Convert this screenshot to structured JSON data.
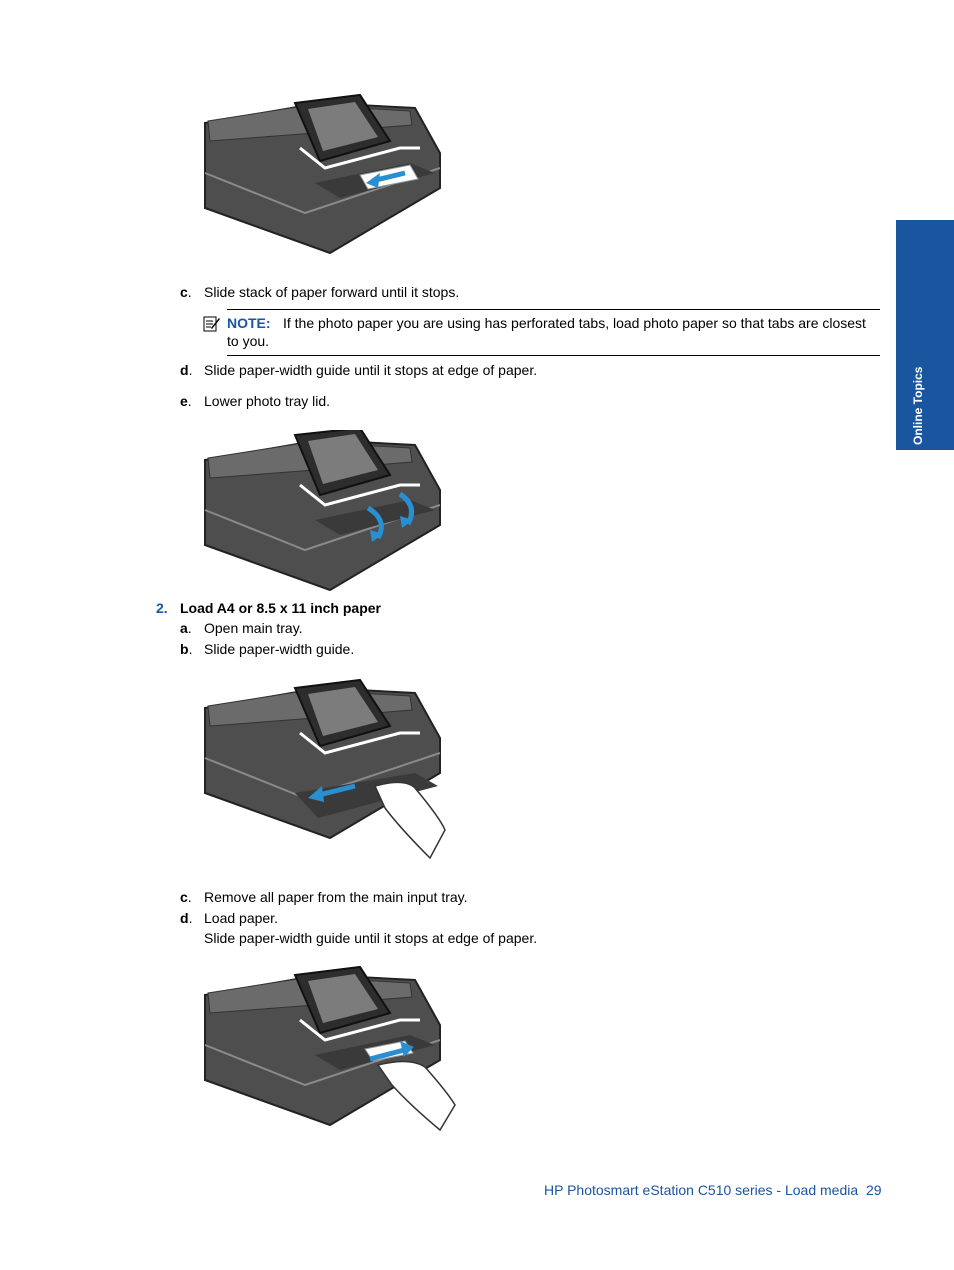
{
  "sidebar": {
    "label": "Online Topics"
  },
  "steps_photo": [
    {
      "letter": "c",
      "text": "Slide stack of paper forward until it stops."
    },
    {
      "letter": "d",
      "text": "Slide paper-width guide until it stops at edge of paper."
    },
    {
      "letter": "e",
      "text": "Lower photo tray lid."
    }
  ],
  "note": {
    "label": "NOTE:",
    "text_line1": "If the photo paper you are using has perforated tabs, load photo paper so that tabs are closest",
    "text_line2": "to you."
  },
  "section2": {
    "number": "2.",
    "title": "Load A4 or 8.5 x 11 inch paper",
    "steps": [
      {
        "letter": "a",
        "text": "Open main tray."
      },
      {
        "letter": "b",
        "text": "Slide paper-width guide."
      },
      {
        "letter": "c",
        "text": "Remove all paper from the main input tray."
      },
      {
        "letter": "d",
        "text": "Load paper.",
        "text2": "Slide paper-width guide until it stops at edge of paper."
      }
    ]
  },
  "footer": {
    "title": "HP Photosmart eStation C510 series - Load media",
    "page": "29"
  },
  "colors": {
    "accent": "#1a55a0",
    "printer_body": "#5a5a5a",
    "tray_arrow": "#2a8fd0"
  }
}
